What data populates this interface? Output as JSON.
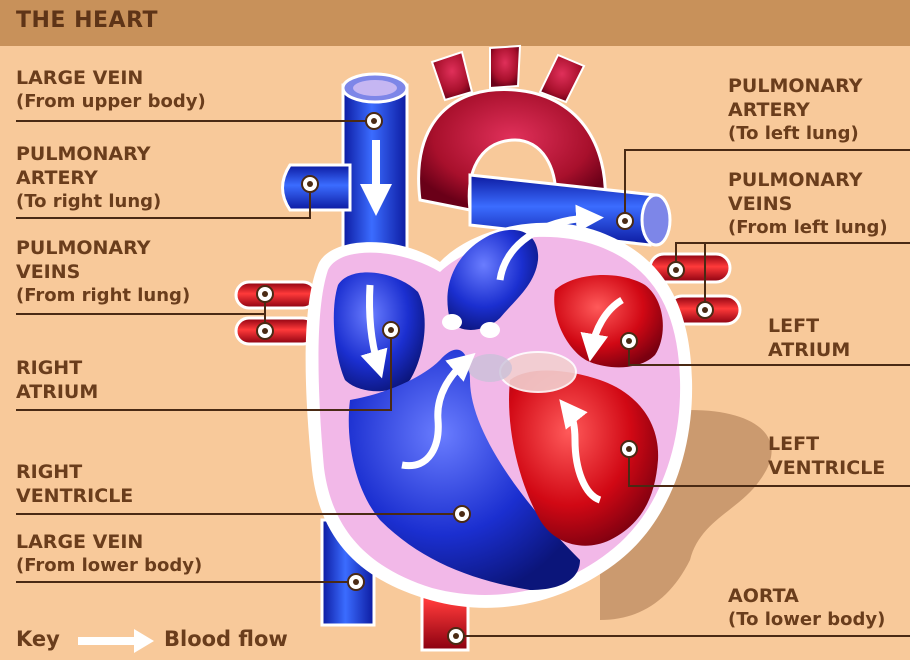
{
  "title": "THE HEART",
  "labels": {
    "large_vein_upper": {
      "line1": "LARGE VEIN",
      "line2": "(From upper body)"
    },
    "pulmonary_artery_right": {
      "line1": "PULMONARY",
      "line2": "ARTERY",
      "line3": "(To right lung)"
    },
    "pulmonary_veins_right": {
      "line1": "PULMONARY",
      "line2": "VEINS",
      "line3": "(From right lung)"
    },
    "right_atrium": {
      "line1": "RIGHT",
      "line2": "ATRIUM"
    },
    "right_ventricle": {
      "line1": "RIGHT",
      "line2": "VENTRICLE"
    },
    "large_vein_lower": {
      "line1": "LARGE VEIN",
      "line2": "(From lower body)"
    },
    "pulmonary_artery_left": {
      "line1": "PULMONARY",
      "line2": "ARTERY",
      "line3": "(To left lung)"
    },
    "pulmonary_veins_left": {
      "line1": "PULMONARY",
      "line2": "VEINS",
      "line3": "(From left lung)"
    },
    "left_atrium": {
      "line1": "LEFT",
      "line2": "ATRIUM"
    },
    "left_ventricle": {
      "line1": "LEFT",
      "line2": "VENTRICLE"
    },
    "aorta": {
      "line1": "AORTA",
      "line2": "(To lower body)"
    }
  },
  "key": {
    "label": "Key",
    "flow": "Blood flow"
  },
  "colors": {
    "background": "#f8c99a",
    "title_bar": "#c8915a",
    "text": "#6a3d1c",
    "deoxygenated_blood": "#1a2fd6",
    "oxygenated_blood": "#e0101a",
    "heart_wall": "#f2b8e8",
    "pointer_line": "#4a2a14"
  }
}
